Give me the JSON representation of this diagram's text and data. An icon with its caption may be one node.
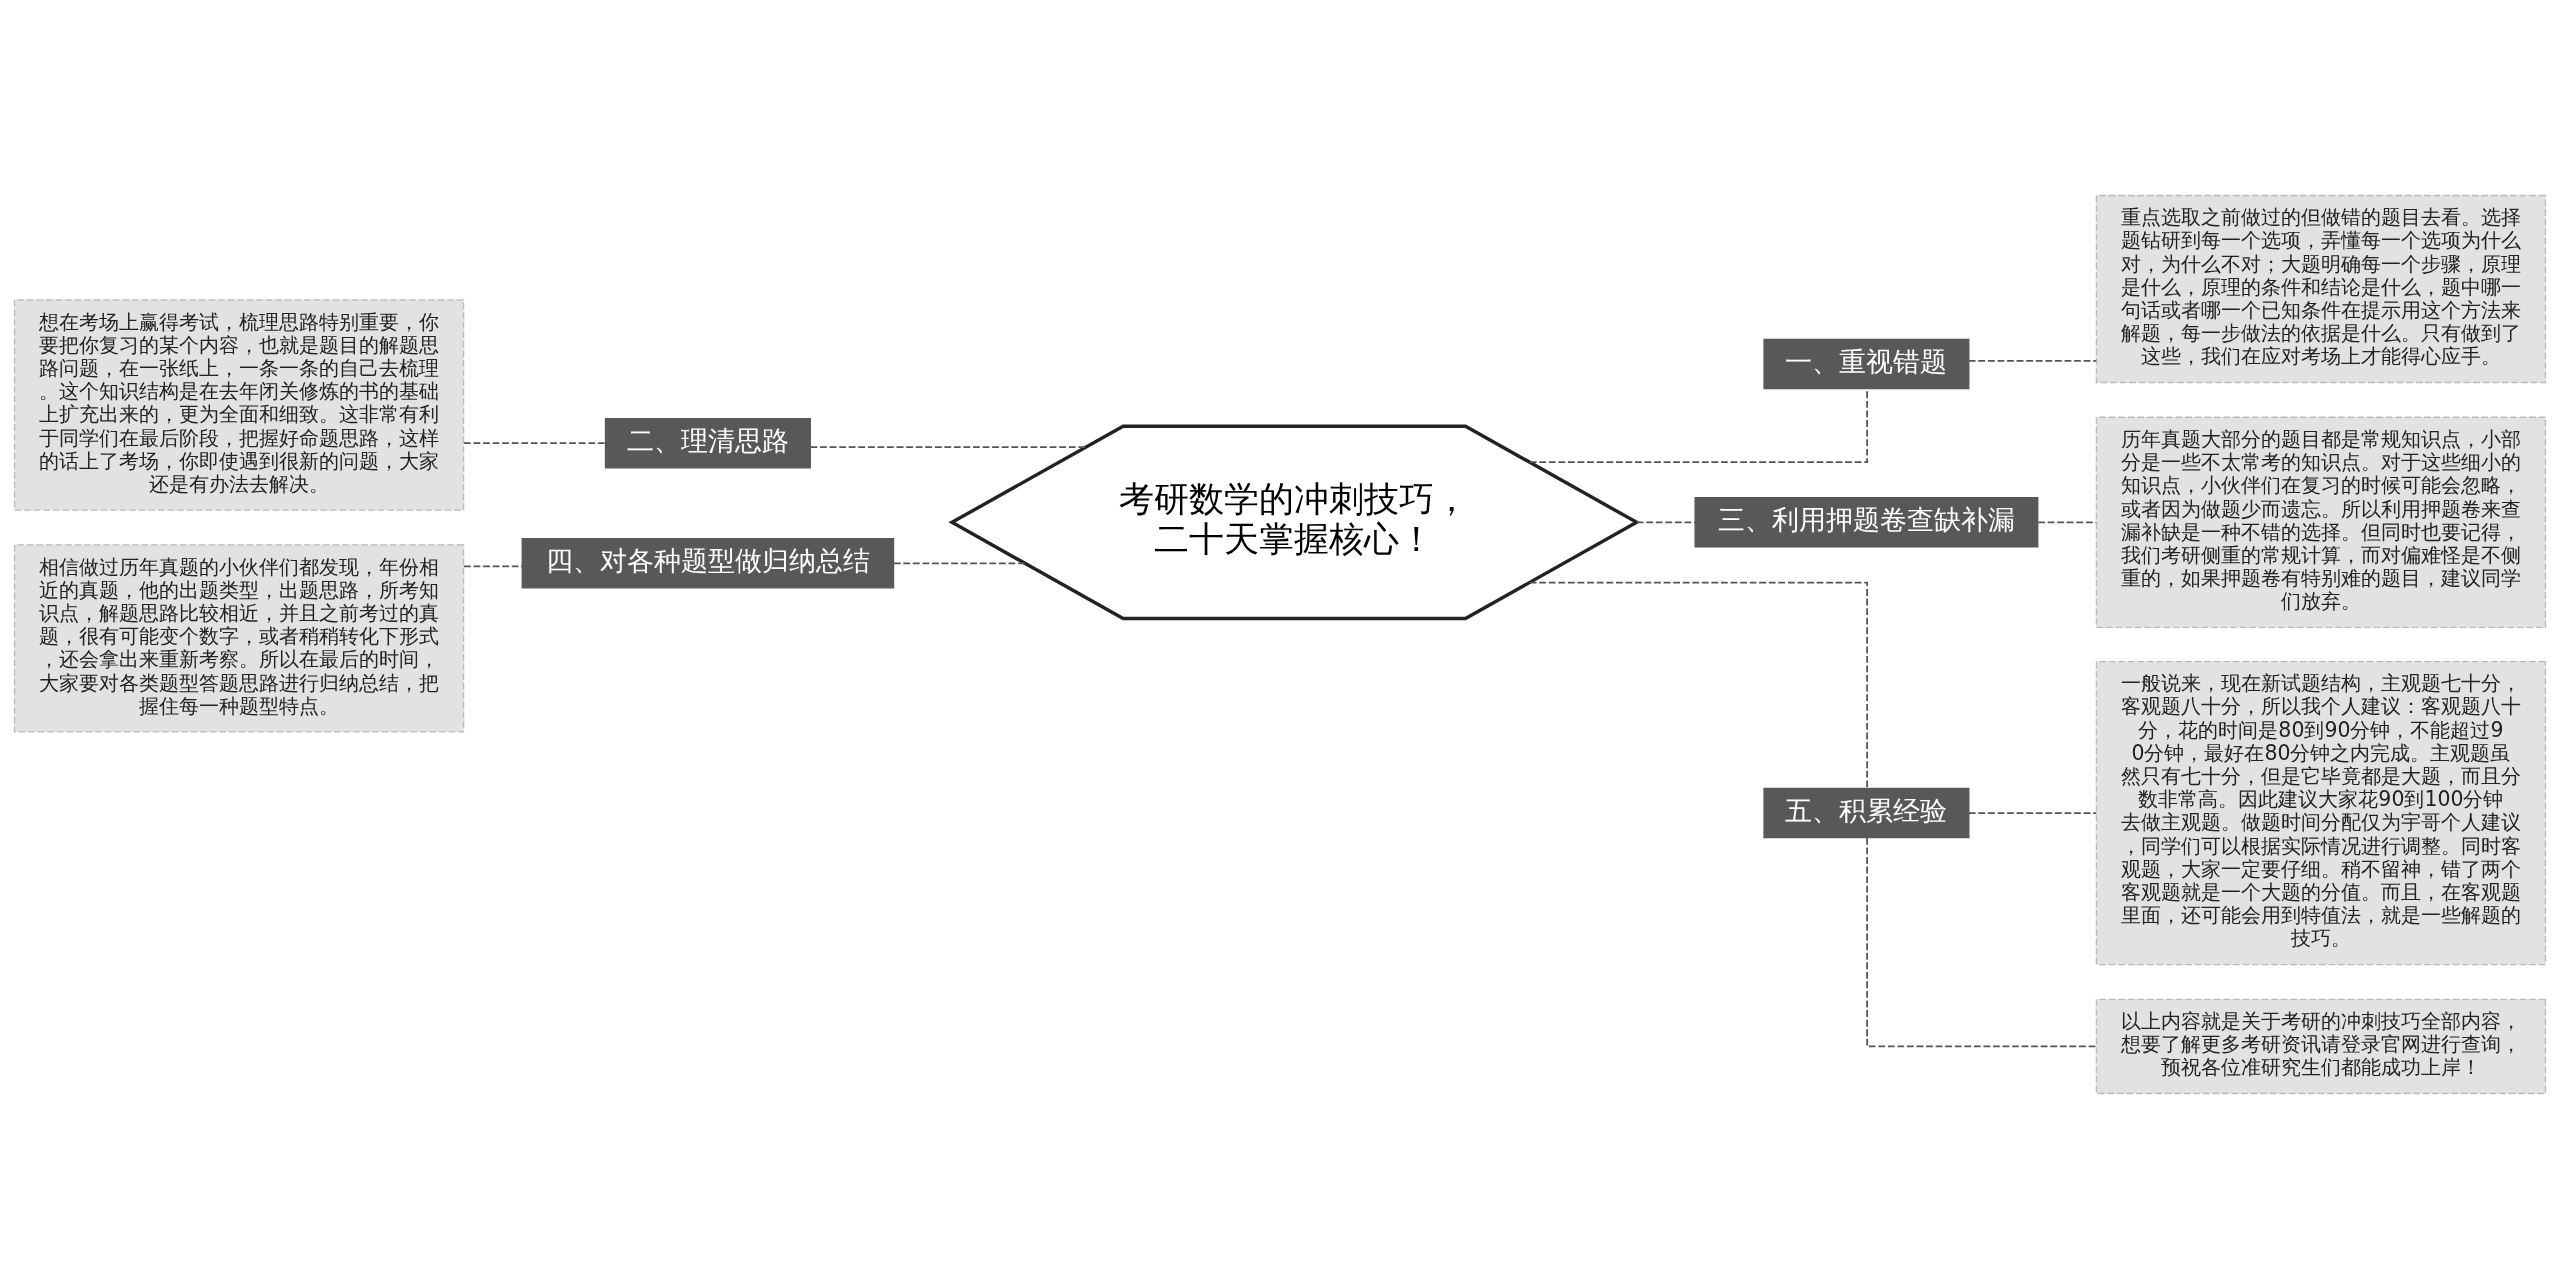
{
  "diagram": {
    "nodes": [
      {
        "text": [
          "考研数学的冲刺技巧，二十天掌握核心！"
        ]
      },
      {
        "text": [
          "一、重视错题"
        ]
      },
      {
        "text": [
          "重点选取之前做过的但做错的题目去看。选择题钻研到每一个选项，弄懂每一个选项为什么对，为什么不对；大题明确每一个步骤，原理是什么，原理的条件和结论是什么，题中哪一句话或者哪一个已知条件在提示用这个方法来解题，每一步做法的依据是什么。只有做到了这些，我们在应对考场上才能得心应手。"
        ]
      },
      {
        "text": [
          "二、理清思路"
        ]
      },
      {
        "text": [
          "想在考场上赢得考试，梳理思路特别重要，你要把你复习的某个内容，也就是题目的解题思路问题，在一张纸上，一条一条的自己去梳理。这个知识结构是在去年闭关修炼的书的基础上扩充出来的，更为全面和细致。这非常有利于同学们在最后阶段，把握好命题思路，这样的话上了考场，你即使遇到很新的问题，大家还是有办法去解决。"
        ]
      },
      {
        "text": [
          "三、利用押题卷查缺补漏"
        ]
      },
      {
        "text": [
          "历年真题大部分的题目都是常规知识点，小部分是一些不太常考的知识点。对于这些细小的知识点，小伙伴们在复习的时候可能会忽略，或者因为做题少而遗忘。所以利用押题卷来查漏补缺是一种不错的选择。但同时也要记得，我们考研侧重的常规计算，而对偏难怪是不侧重的，如果押题卷有特别难的题目，建议同学们放弃。"
        ]
      },
      {
        "text": [
          "四、对各种题型做归纳总结"
        ]
      },
      {
        "text": [
          "相信做过历年真题的小伙伴们都发现，年份相近的真题，他的出题类型，出题思路，所考知识点，解题思路比较相近，并且之前考过的真题，很有可能变个数字，或者稍稍转化下形式，还会拿出来重新考察。所以在最后的时间，大家要对各类题型答题思路进行归纳总结，把握住每一种题型特点。"
        ]
      },
      {
        "text": [
          "五、积累经验"
        ]
      },
      {
        "text": [
          "一般说来，现在新试题结构，主观题七十分，客观题八十分，所以我个人建议：客观题八十分，花的时间是80到90分钟，不能超过90分钟，最好在80分钟之内完成。主观题虽然只有七十分，但是它毕竟都是大题，而且分数非常高。因此建议大家花90到100分钟去做主观题。做题时间分配仅为宇哥个人建议，同学们可以根据实际情况进行调整。同时客观题，大家一定要仔细。稍不留神，错了两个客观题就是一个大题的分值。而且，在客观题里面，还可能会用到特值法，就是一些解题的技巧。"
        ]
      },
      {
        "text": [
          "以上内容就是关于考研的冲刺技巧全部内容，想要了解更多考研资讯请登录官网进行查询，预祝各位准研究生们都能成功上岸！"
        ]
      }
    ],
    "edges": [
      {
        "from": 0,
        "to": 1,
        "arrow": "none",
        "style": "dashed"
      },
      {
        "from": 1,
        "to": 2,
        "arrow": "none",
        "style": "dashed"
      },
      {
        "from": 0,
        "to": 3,
        "arrow": "none",
        "style": "dashed"
      },
      {
        "from": 3,
        "to": 4,
        "arrow": "none",
        "style": "dashed"
      },
      {
        "from": 0,
        "to": 5,
        "arrow": "none",
        "style": "dashed"
      },
      {
        "from": 5,
        "to": 6,
        "arrow": "none",
        "style": "dashed"
      },
      {
        "from": 0,
        "to": 7,
        "arrow": "none",
        "style": "dashed"
      },
      {
        "from": 7,
        "to": 8,
        "arrow": "none",
        "style": "dashed"
      },
      {
        "from": 0,
        "to": 9,
        "arrow": "none",
        "style": "dashed"
      },
      {
        "from": 9,
        "to": 10,
        "arrow": "none",
        "style": "dashed"
      },
      {
        "from": 9,
        "to": 11,
        "arrow": "none",
        "style": "dashed"
      }
    ]
  }
}
